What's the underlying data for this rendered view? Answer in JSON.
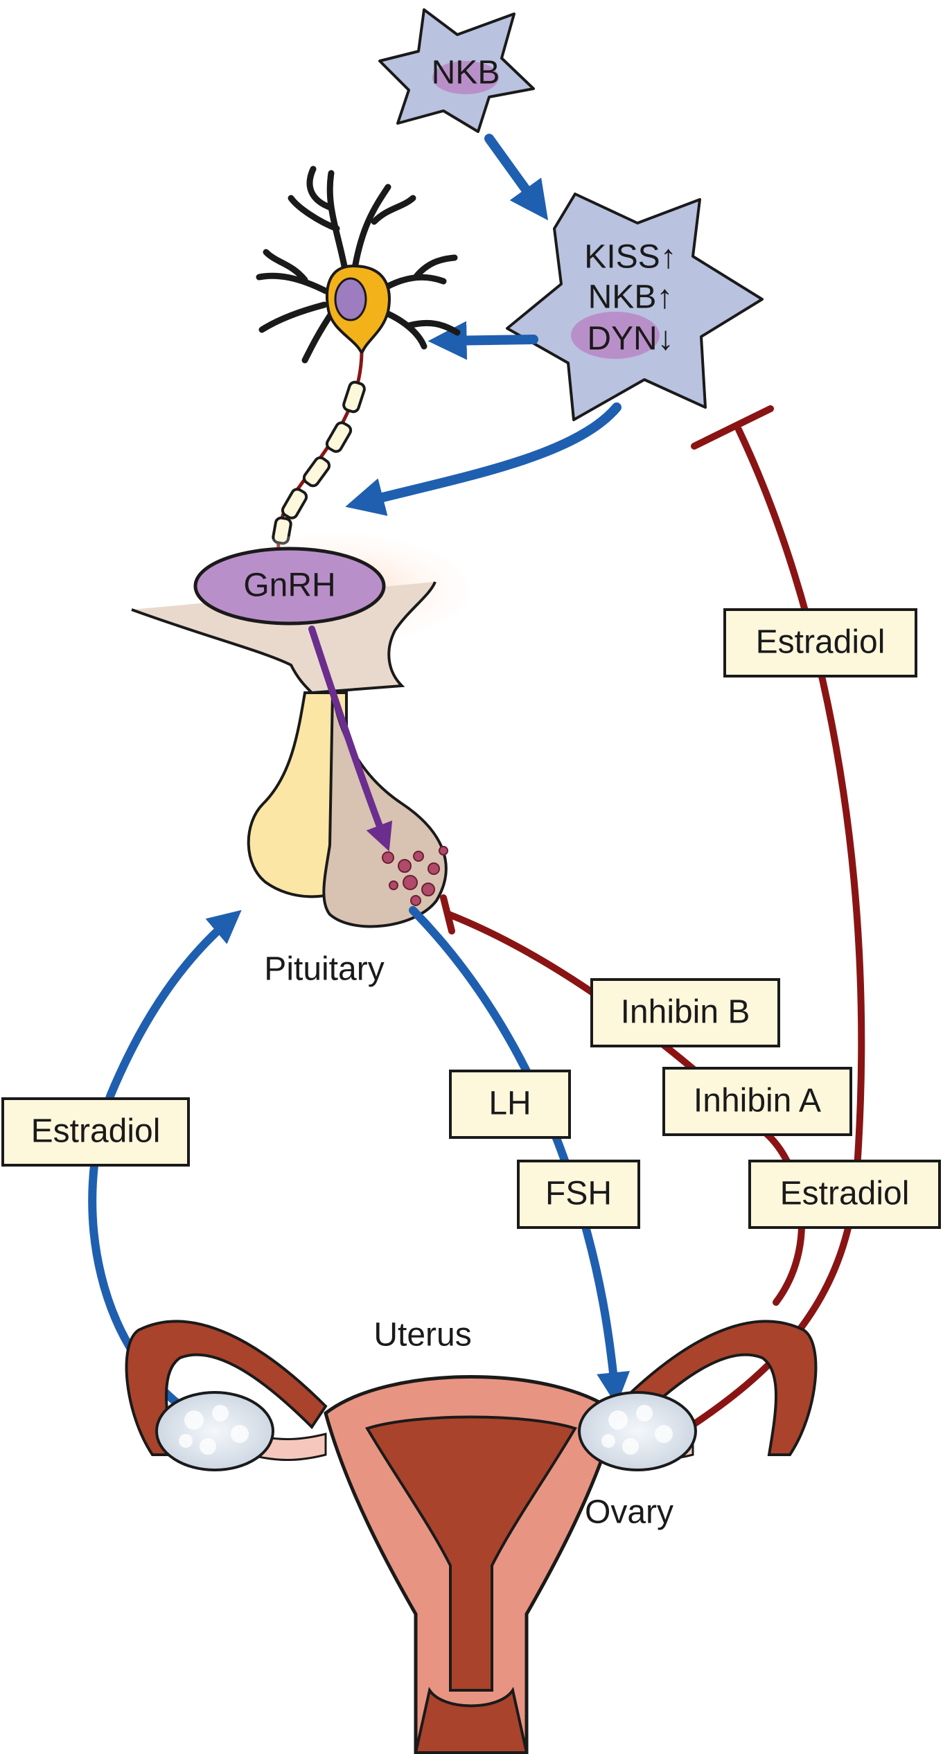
{
  "cells": {
    "nkb_top": "NKB",
    "kiss_line": "KISS↑",
    "nkb_line": "NKB↑",
    "dyn_line": "DYN↓"
  },
  "gnrh": "GnRH",
  "labels": {
    "pituitary": "Pituitary",
    "uterus": "Uterus",
    "ovary": "Ovary"
  },
  "boxes": {
    "estradiol_right": "Estradiol",
    "estradiol_left": "Estradiol",
    "inhibin_b": "Inhibin B",
    "inhibin_a": "Inhibin A",
    "estradiol_lower": "Estradiol",
    "lh": "LH",
    "fsh": "FSH"
  },
  "colors": {
    "stimulatory": "#1f5fb0",
    "inhibitory": "#8a1414",
    "gnrh_flow": "#6b2d8e",
    "cell_fill": "#b9c2df",
    "nucleus": "#b98fc9",
    "box_fill": "#fdf7dc",
    "neuron": "#f3b21a",
    "uterus_dark": "#a9432c",
    "uterus_light": "#e89482",
    "ovary": "#dfe7ef"
  }
}
